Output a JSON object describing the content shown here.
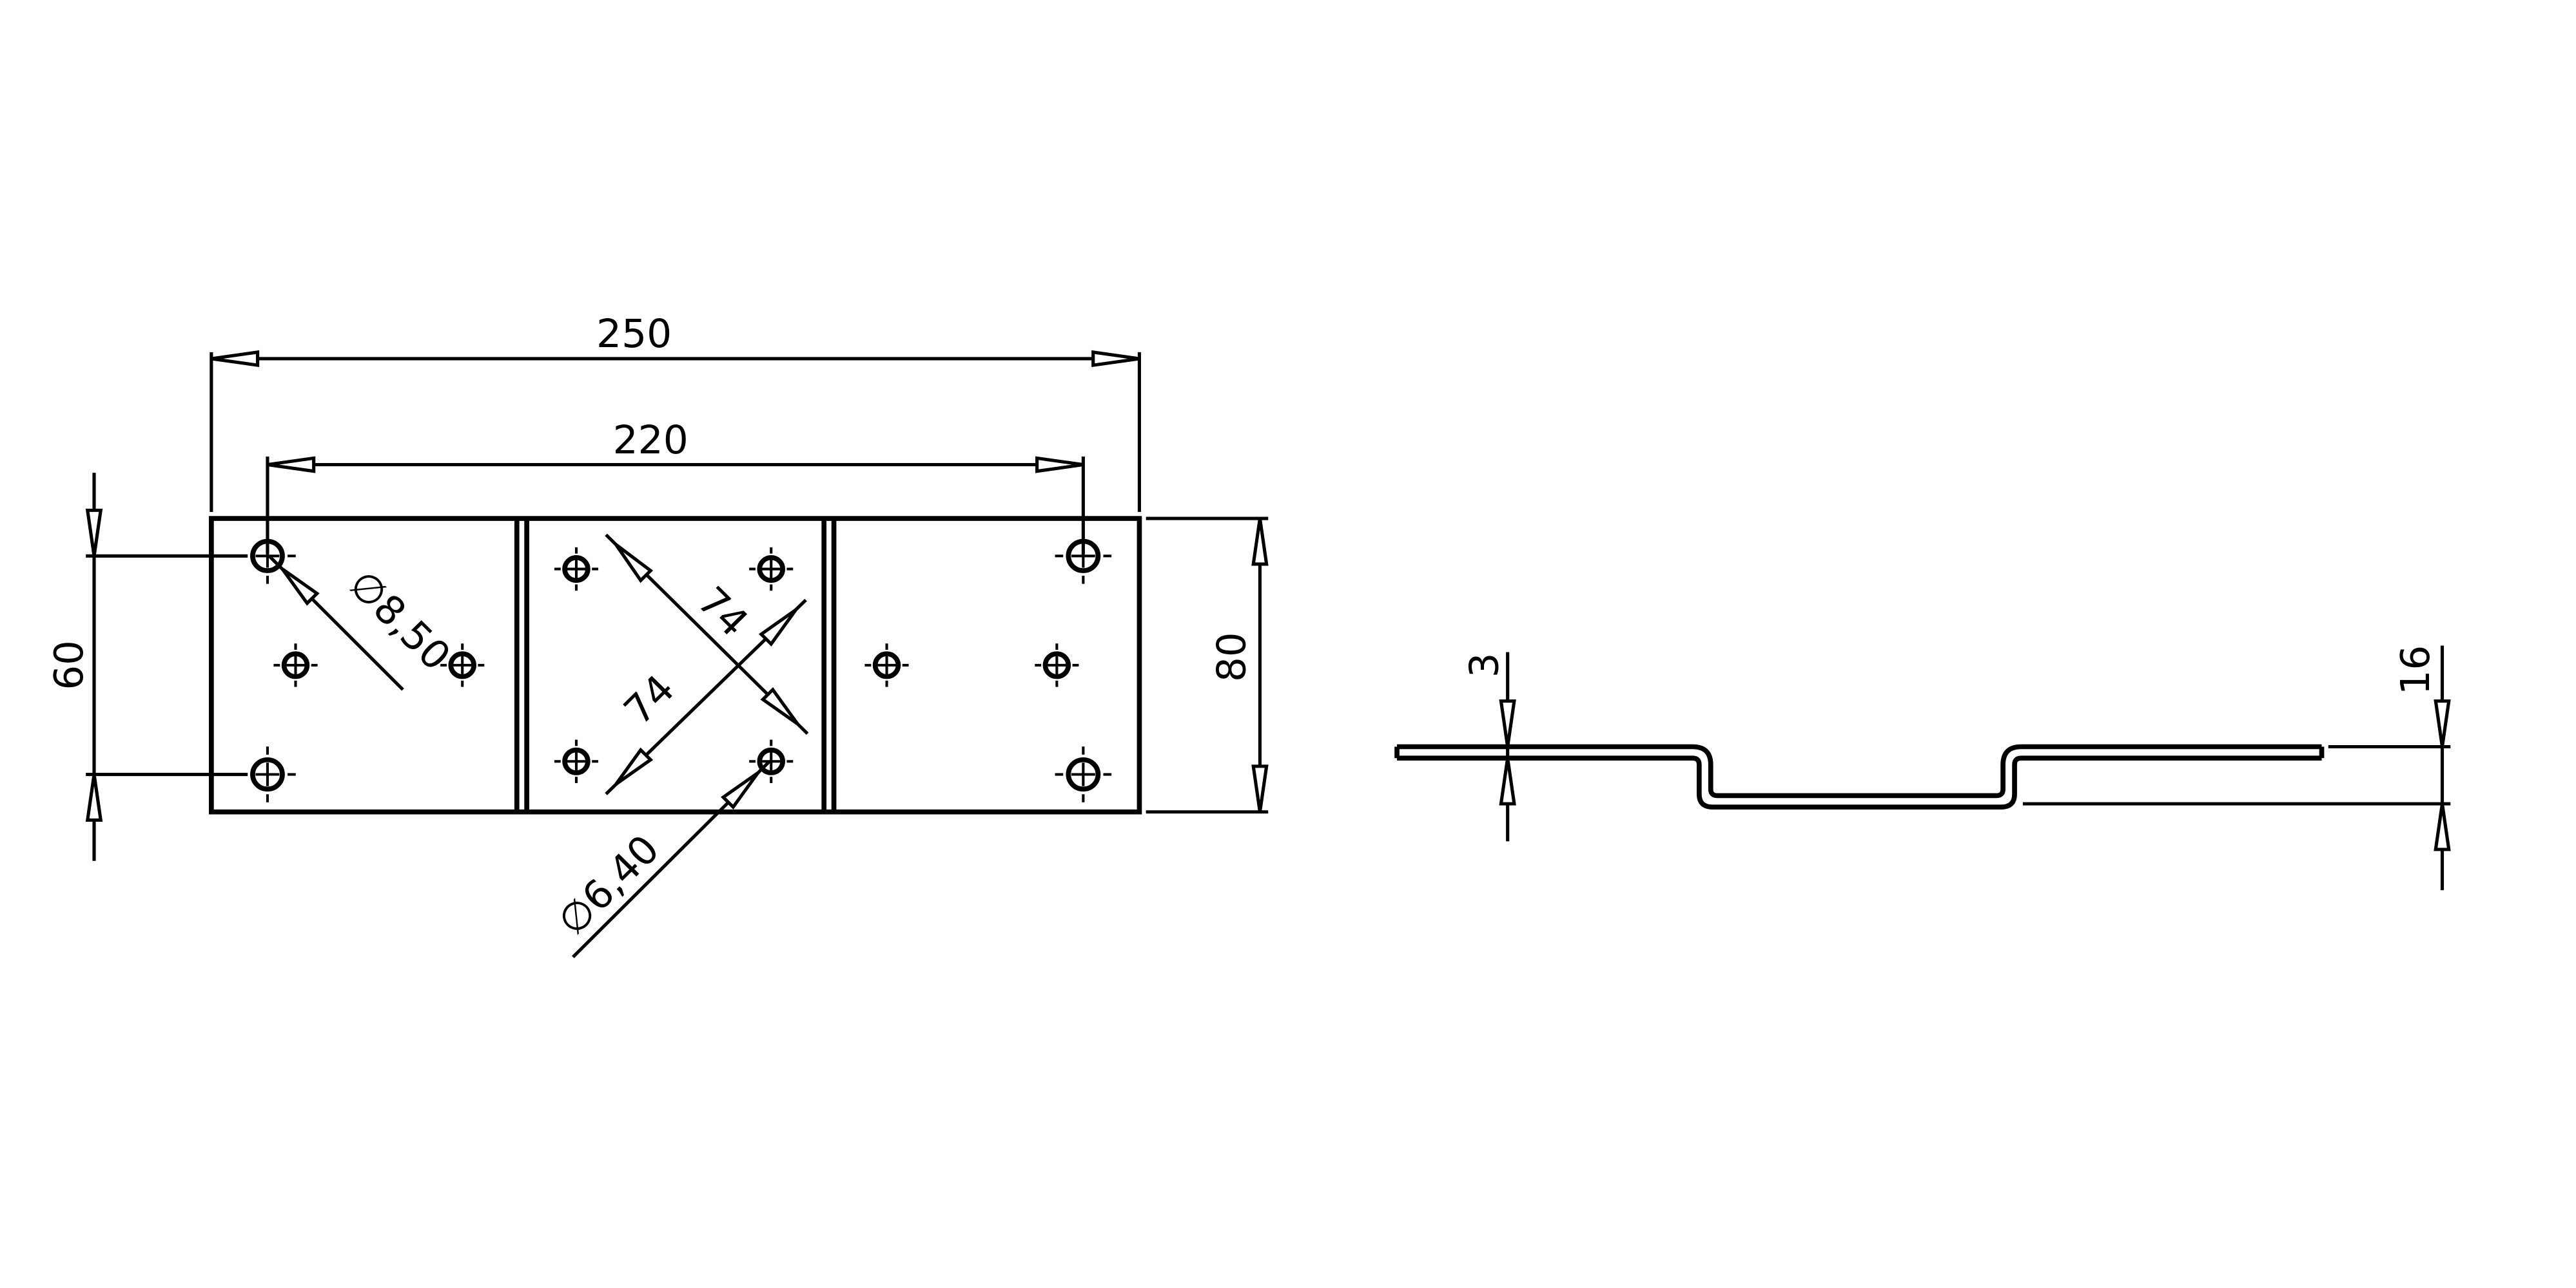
{
  "colors": {
    "line": "#000000",
    "background": "#ffffff"
  },
  "dimensions": {
    "overall_length": "250",
    "hole_spacing_length": "220",
    "hole_spacing_height": "60",
    "overall_height": "80",
    "diag_upper": "74",
    "diag_lower": "74",
    "large_hole_diameter": "8,50",
    "small_hole_diameter": "6,40",
    "thickness": "3",
    "offset_depth": "16"
  },
  "symbols": {
    "diameter": "∅"
  }
}
